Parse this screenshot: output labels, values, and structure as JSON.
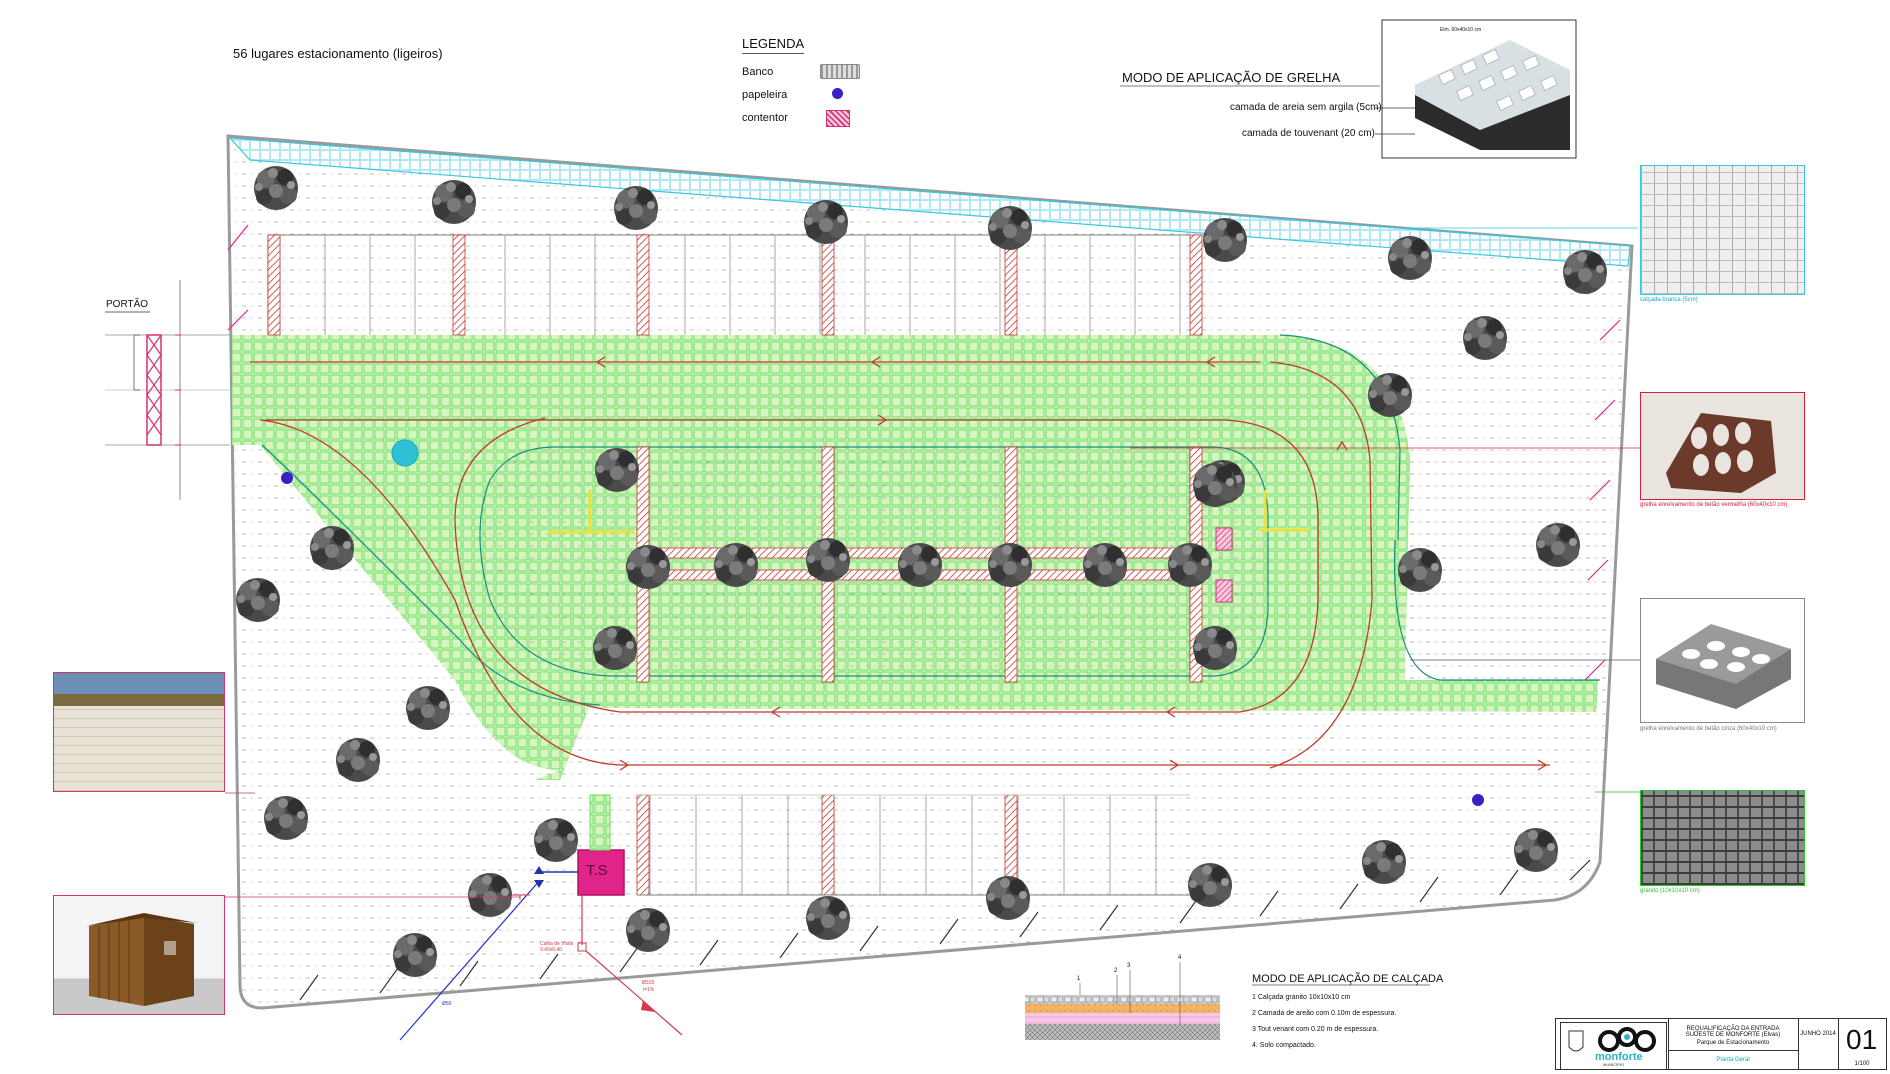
{
  "header": {
    "parking_title": "56 lugares estacionamento (ligeiros)",
    "gate_label": "PORTÃO"
  },
  "legend": {
    "title": "LEGENDA",
    "items": [
      {
        "label": "Banco",
        "icon": "bench-icon"
      },
      {
        "label": "papeleira",
        "icon": "bin-dot-icon",
        "color": "#3a1fc4"
      },
      {
        "label": "contentor",
        "icon": "container-hatch-icon",
        "color": "#d6336c"
      }
    ]
  },
  "grelha": {
    "title": "MODO DE APLICAÇÃO DE GRELHA",
    "layers": [
      "camada de areia sem argila (5cm)",
      "camada de touvenant (20 cm)"
    ],
    "photo_caption": "Elm. 60x40x10 cm"
  },
  "calcada": {
    "title": "MODO DE APLICAÇÃO DE CALÇADA",
    "steps": [
      "1 Calçada granito 10x10x10 cm",
      "2 Camada de areão com 0.10m de espessura.",
      "3 Tout venant com 0.20 m de espessura.",
      "4. Solo compactado."
    ],
    "section_numbers": [
      "1",
      "2",
      "3",
      "4"
    ]
  },
  "plan": {
    "ts_label": "T.S",
    "caixa_label": "Caixa de Visita\n0.40x0.40",
    "pipe_label_1": "Ø315",
    "pipe_label_2": "i=1%",
    "pipe_label_3": "Ø50"
  },
  "material_photos": [
    {
      "caption": "calçada branca (5cm)",
      "color": "#1aa6c9"
    },
    {
      "caption": "grelha enrelvamento de betão vermelha (60x40x10 cm)",
      "color": "#d6203a"
    },
    {
      "caption": "grelha enrelvamento de betão cinza (60x40x10 cm)",
      "color": "#777777"
    },
    {
      "caption": "granito (10x10x10 cm)",
      "color": "#2cc52c"
    }
  ],
  "title_block": {
    "project": "REQUALIFICAÇÃO DA ENTRADA SUDESTE DE MONFORTE (Elvas)",
    "subtitle": "Parque de Estacionamento",
    "drawing": "Planta Geral",
    "date": "JUNHO 2014",
    "scale": "1/100",
    "sheet": "01",
    "municipality": "monforte",
    "municipality_sub": "MUNICÍPIO"
  },
  "colors": {
    "grass_green": "#c8f0a8",
    "grid_green": "#5fd65f",
    "red_line": "#c0392b",
    "cyan_line": "#38c8e0",
    "magenta": "#e0248a",
    "border": "#9a9a9a"
  }
}
